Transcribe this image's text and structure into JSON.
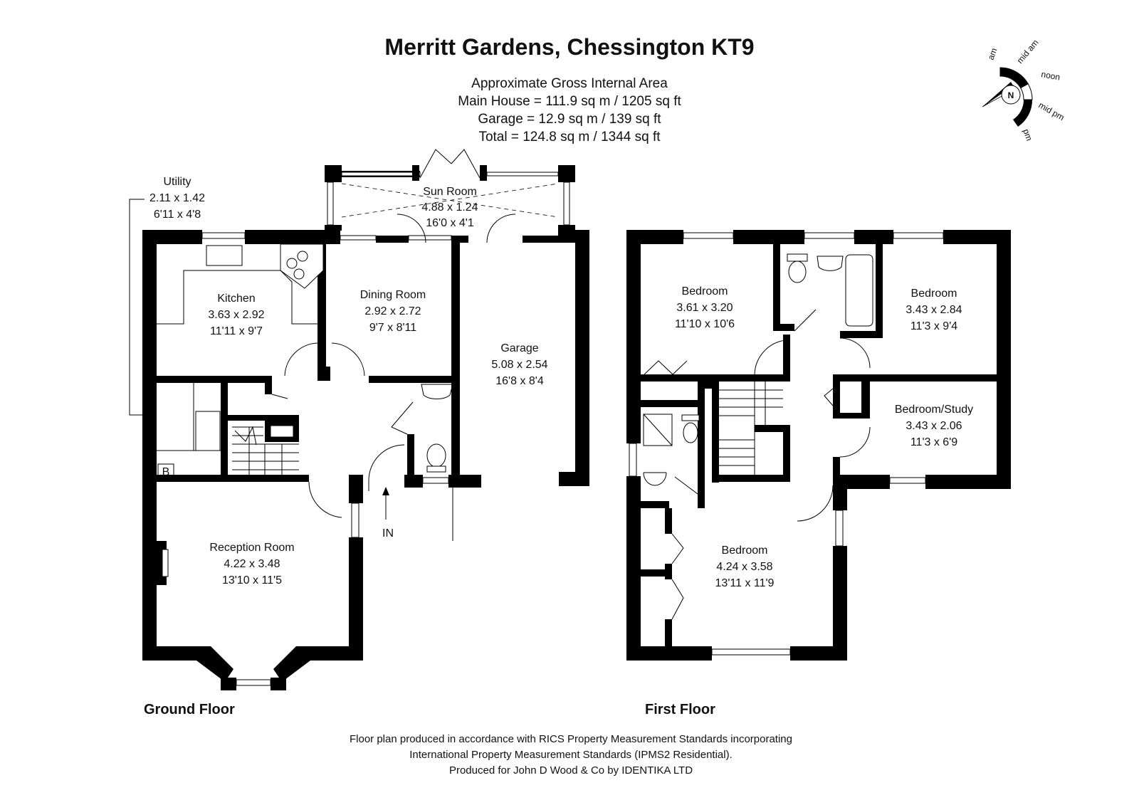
{
  "title": "Merritt Gardens, Chessington KT9",
  "area_summary": {
    "heading": "Approximate Gross Internal Area",
    "main_house": "Main House = 111.9 sq m / 1205 sq ft",
    "garage": "Garage = 12.9 sq m / 139 sq ft",
    "total": "Total = 124.8 sq m / 1344 sq ft"
  },
  "compass": {
    "north_letter": "N",
    "labels": [
      "am",
      "mid am",
      "noon",
      "mid pm",
      "pm"
    ]
  },
  "ground_floor": {
    "label": "Ground Floor",
    "entrance_label": "IN",
    "boiler_label": "B",
    "rooms": {
      "utility": {
        "name": "Utility",
        "metric": "2.11 x 1.42",
        "imperial": "6'11 x 4'8"
      },
      "sun_room": {
        "name": "Sun Room",
        "metric": "4.88 x 1.24",
        "imperial": "16'0 x 4'1"
      },
      "kitchen": {
        "name": "Kitchen",
        "metric": "3.63 x 2.92",
        "imperial": "11'11 x 9'7"
      },
      "dining_room": {
        "name": "Dining Room",
        "metric": "2.92 x 2.72",
        "imperial": "9'7 x 8'11"
      },
      "garage": {
        "name": "Garage",
        "metric": "5.08 x 2.54",
        "imperial": "16'8 x 8'4"
      },
      "reception_room": {
        "name": "Reception Room",
        "metric": "4.22 x 3.48",
        "imperial": "13'10 x 11'5"
      }
    }
  },
  "first_floor": {
    "label": "First Floor",
    "rooms": {
      "bedroom_1": {
        "name": "Bedroom",
        "metric": "3.61 x 3.20",
        "imperial": "11'10 x 10'6"
      },
      "bedroom_2": {
        "name": "Bedroom",
        "metric": "3.43 x 2.84",
        "imperial": "11'3 x 9'4"
      },
      "bedroom_study": {
        "name": "Bedroom/Study",
        "metric": "3.43 x 2.06",
        "imperial": "11'3 x 6'9"
      },
      "bedroom_main": {
        "name": "Bedroom",
        "metric": "4.24 x 3.58",
        "imperial": "13'11 x 11'9"
      }
    }
  },
  "footer": {
    "line1": "Floor plan produced in accordance with RICS Property Measurement Standards incorporating",
    "line2": "International Property Measurement Standards (IPMS2 Residential).",
    "line3": "Produced for John D Wood & Co by IDENTIKA LTD"
  }
}
